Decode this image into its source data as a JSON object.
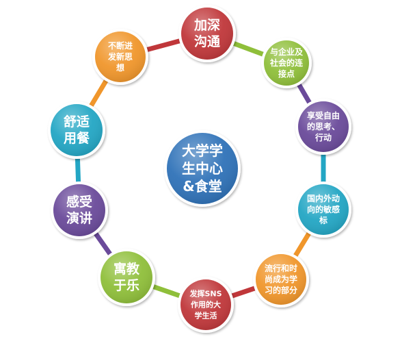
{
  "center": {
    "lines": [
      "大学学",
      "生中心",
      "&食堂"
    ],
    "color": "#2f72b8"
  },
  "nodes": [
    {
      "id": "communicate",
      "lines": [
        "加深",
        "沟通"
      ],
      "color": "#c0373a"
    },
    {
      "id": "enterprise",
      "lines": [
        "与企业及",
        "社会的连",
        "接点"
      ],
      "color": "#8fbf3a"
    },
    {
      "id": "free-thinking",
      "lines": [
        "享受自由",
        "的思考、",
        "行动"
      ],
      "color": "#6a4a9a"
    },
    {
      "id": "trends",
      "lines": [
        "国内外动",
        "向的敏感",
        "标"
      ],
      "color": "#23a6c4"
    },
    {
      "id": "learning",
      "lines": [
        "流行和时",
        "尚成为学",
        "习的部分"
      ],
      "color": "#f0962b"
    },
    {
      "id": "sns",
      "lines": [
        "发挥SNS",
        "作用的大",
        "学生活"
      ],
      "color": "#c0373a"
    },
    {
      "id": "fun",
      "lines": [
        "寓教",
        "于乐"
      ],
      "color": "#8fbf3a"
    },
    {
      "id": "lecture",
      "lines": [
        "感受",
        "演讲"
      ],
      "color": "#6a4a9a"
    },
    {
      "id": "dining",
      "lines": [
        "舒适",
        "用餐"
      ],
      "color": "#23a6c4"
    },
    {
      "id": "ideas",
      "lines": [
        "不断进",
        "发新思",
        "想"
      ],
      "color": "#f0962b"
    }
  ],
  "ring_colors": [
    "#c0373a",
    "#8fbf3a",
    "#6a4a9a",
    "#23a6c4",
    "#f0962b",
    "#c0373a",
    "#8fbf3a",
    "#6a4a9a",
    "#23a6c4",
    "#f0962b"
  ]
}
